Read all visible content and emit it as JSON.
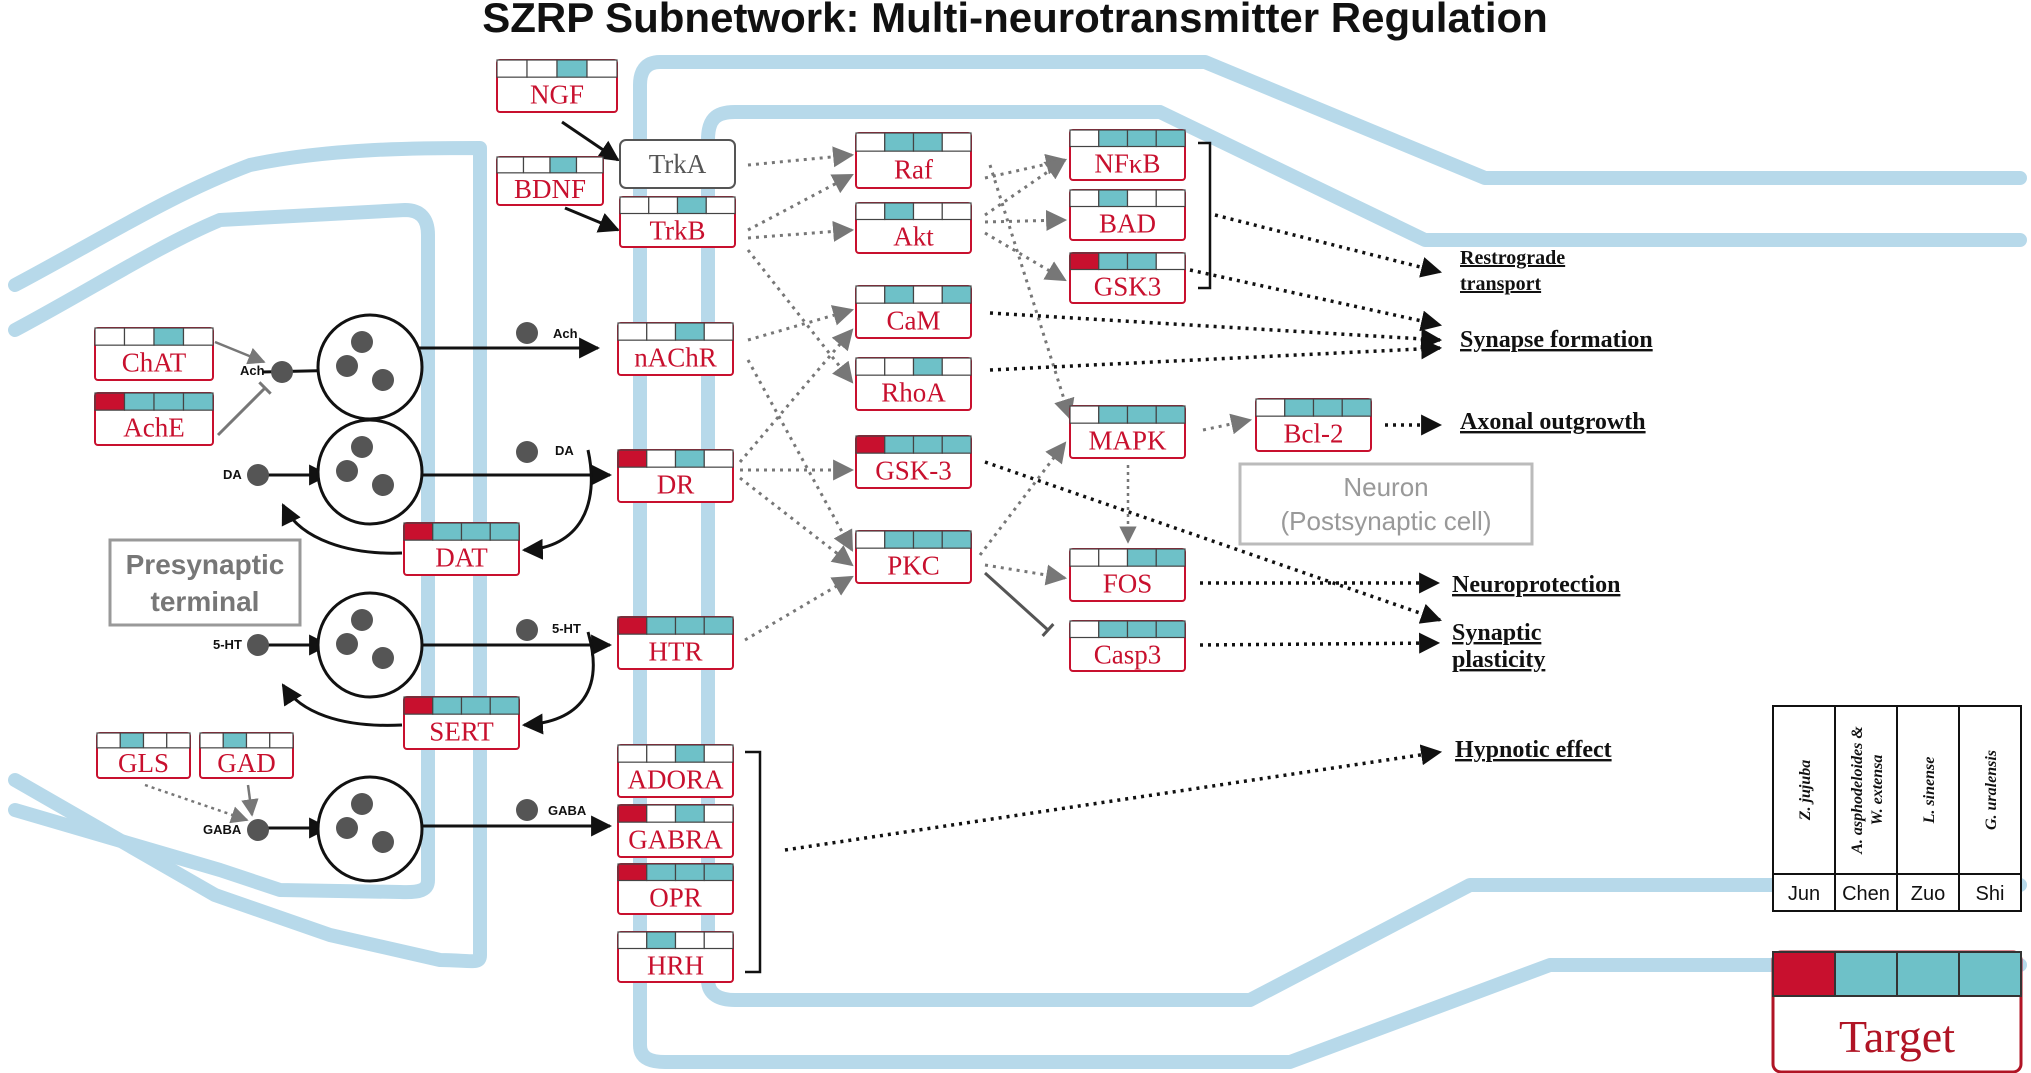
{
  "title": "SZRP Subnetwork: Multi-neurotransmitter Regulation",
  "colors": {
    "target": "#c8102e",
    "cell": "#6ec1c8",
    "empty": "#ffffff",
    "membrane": "#b7d9ea",
    "vesicle": "#555555"
  },
  "regions": {
    "presynaptic": [
      "Presynaptic",
      "terminal"
    ],
    "neuron": [
      "Neuron",
      "(Postsynaptic cell)"
    ]
  },
  "neurotransmitters": {
    "ach": "Ach",
    "da": "DA",
    "ht": "5-HT",
    "gaba": "GABA"
  },
  "nodes": {
    "NGF": {
      "label": "NGF",
      "pattern": [
        0,
        0,
        1,
        0
      ]
    },
    "BDNF": {
      "label": "BDNF",
      "pattern": [
        0,
        0,
        1,
        0
      ]
    },
    "TrkA": {
      "label": "TrkA"
    },
    "TrkB": {
      "label": "TrkB",
      "pattern": [
        0,
        0,
        1,
        0
      ]
    },
    "ChAT": {
      "label": "ChAT",
      "pattern": [
        0,
        0,
        1,
        0
      ]
    },
    "AchE": {
      "label": "AchE",
      "pattern": [
        2,
        1,
        1,
        1
      ]
    },
    "nAChR": {
      "label": "nAChR",
      "pattern": [
        0,
        0,
        1,
        0
      ]
    },
    "DR": {
      "label": "DR",
      "pattern": [
        2,
        0,
        1,
        0
      ]
    },
    "DAT": {
      "label": "DAT",
      "pattern": [
        2,
        1,
        1,
        1
      ]
    },
    "HTR": {
      "label": "HTR",
      "pattern": [
        2,
        1,
        1,
        1
      ]
    },
    "SERT": {
      "label": "SERT",
      "pattern": [
        2,
        1,
        1,
        1
      ]
    },
    "GLS": {
      "label": "GLS",
      "pattern": [
        0,
        1,
        0,
        0
      ]
    },
    "GAD": {
      "label": "GAD",
      "pattern": [
        0,
        1,
        0,
        0
      ]
    },
    "ADORA": {
      "label": "ADORA",
      "pattern": [
        0,
        0,
        1,
        0
      ]
    },
    "GABRA": {
      "label": "GABRA",
      "pattern": [
        2,
        0,
        1,
        0
      ]
    },
    "OPR": {
      "label": "OPR",
      "pattern": [
        2,
        1,
        1,
        1
      ]
    },
    "HRH": {
      "label": "HRH",
      "pattern": [
        0,
        1,
        0,
        0
      ]
    },
    "Raf": {
      "label": "Raf",
      "pattern": [
        0,
        1,
        1,
        0
      ]
    },
    "Akt": {
      "label": "Akt",
      "pattern": [
        0,
        1,
        0,
        0
      ]
    },
    "CaM": {
      "label": "CaM",
      "pattern": [
        0,
        1,
        0,
        1
      ]
    },
    "RhoA": {
      "label": "RhoA",
      "pattern": [
        0,
        0,
        1,
        0
      ]
    },
    "GSK-3": {
      "label": "GSK-3",
      "pattern": [
        2,
        1,
        1,
        1
      ]
    },
    "PKC": {
      "label": "PKC",
      "pattern": [
        0,
        1,
        1,
        1
      ]
    },
    "NFkB": {
      "label": "NFκB",
      "pattern": [
        0,
        1,
        1,
        1
      ]
    },
    "BAD": {
      "label": "BAD",
      "pattern": [
        0,
        1,
        0,
        0
      ]
    },
    "GSK3": {
      "label": "GSK3",
      "pattern": [
        2,
        1,
        1,
        0
      ]
    },
    "MAPK": {
      "label": "MAPK",
      "pattern": [
        0,
        1,
        1,
        1
      ]
    },
    "Bcl-2": {
      "label": "Bcl-2",
      "pattern": [
        0,
        1,
        1,
        1
      ]
    },
    "FOS": {
      "label": "FOS",
      "pattern": [
        0,
        0,
        1,
        1
      ]
    },
    "Casp3": {
      "label": "Casp3",
      "pattern": [
        0,
        1,
        1,
        1
      ]
    }
  },
  "outcomes": {
    "restrograde": [
      "Restrograde",
      "transport"
    ],
    "synapse": "Synapse formation",
    "axonal": "Axonal outgrowth",
    "neuroprotection": "Neuroprotection",
    "plasticity": [
      "Synaptic",
      "plasticity"
    ],
    "hypnotic": "Hypnotic effect"
  },
  "legend": {
    "species": [
      [
        "Z. jujuba"
      ],
      [
        "A. asphodeloides &",
        "W. extensa"
      ],
      [
        "L. sinense"
      ],
      [
        "G. uralensis"
      ]
    ],
    "names": [
      "Jun",
      "Chen",
      "Zuo",
      "Shi"
    ],
    "pattern": [
      2,
      1,
      1,
      1
    ],
    "title": "Target"
  }
}
